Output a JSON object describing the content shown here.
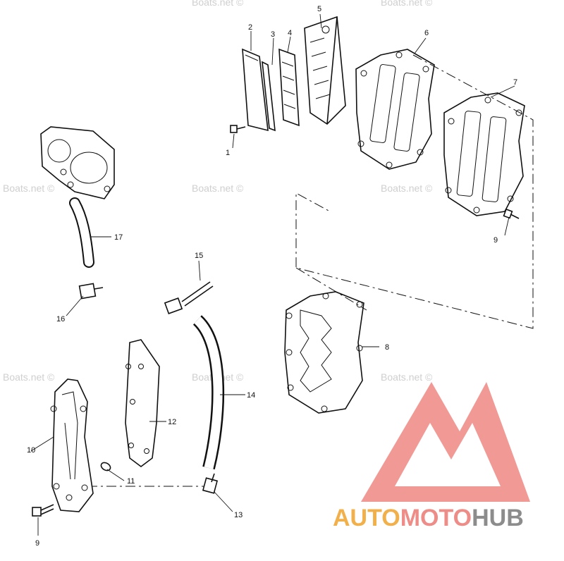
{
  "watermark": "Boats.net ©",
  "brand": {
    "part1": "AUTO",
    "part2": "MOTO",
    "part3": "HUB",
    "color_orange": "#f2b04a",
    "color_red": "#ee8c88",
    "color_gray": "#8c8c8c",
    "logo_color": "#f19a95"
  },
  "callouts": {
    "c1": "1",
    "c2": "2",
    "c3": "3",
    "c4": "4",
    "c5": "5",
    "c6": "6",
    "c7": "7",
    "c8": "8",
    "c9a": "9",
    "c9b": "9",
    "c10": "10",
    "c11": "11",
    "c12": "12",
    "c13": "13",
    "c14": "14",
    "c15": "15",
    "c16": "16",
    "c17": "17"
  }
}
